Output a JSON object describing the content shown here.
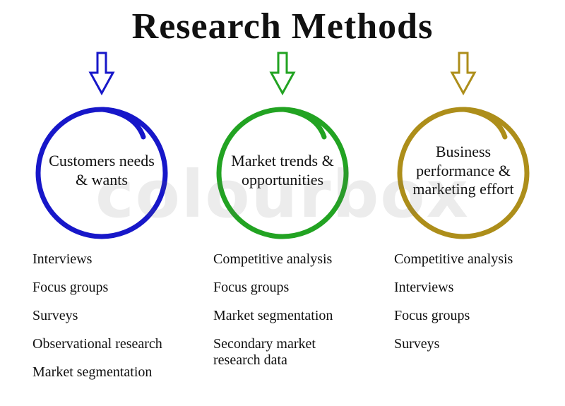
{
  "title": "Research Methods",
  "watermark": "colourbox",
  "columns": [
    {
      "id": "customers-needs-wants",
      "color": "#1717c9",
      "label": "Customers needs & wants",
      "items": [
        "Interviews",
        "Focus groups",
        "Surveys",
        "Observational research",
        "Market segmentation"
      ]
    },
    {
      "id": "market-trends-opportunities",
      "color": "#22a322",
      "label": "Market trends & opportunities",
      "items": [
        "Competitive analysis",
        "Focus groups",
        "Market segmentation",
        "Secondary market research data"
      ]
    },
    {
      "id": "business-performance-marketing",
      "color": "#ad8e1a",
      "label": "Business performance & marketing effort",
      "items": [
        "Competitive analysis",
        "Interviews",
        "Focus groups",
        "Surveys"
      ]
    }
  ]
}
